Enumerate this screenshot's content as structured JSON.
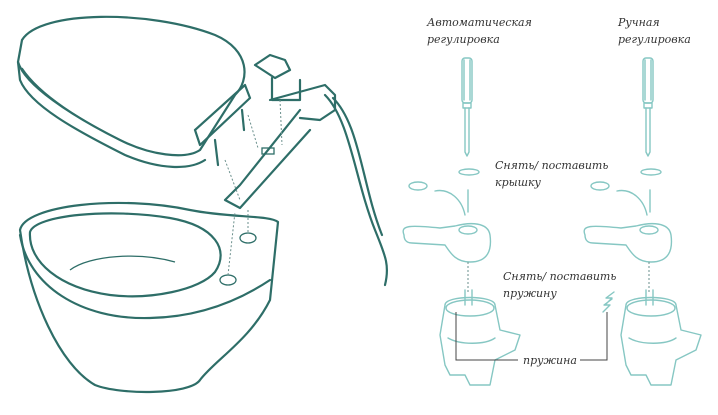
{
  "labels": {
    "auto_adjust_line1": "Автоматическая",
    "auto_adjust_line2": "регулировка",
    "manual_adjust_line1": "Ручная",
    "manual_adjust_line2": "регулировка",
    "remove_cap_line1": "Снять/ поставить",
    "remove_cap_line2": "крышку",
    "remove_spring_line1": "Снять/ поставить",
    "remove_spring_line2": "пружину",
    "spring": "пружина"
  },
  "colors": {
    "toilet_stroke": "#2e6e68",
    "parts_stroke": "#86c7c3"
  }
}
